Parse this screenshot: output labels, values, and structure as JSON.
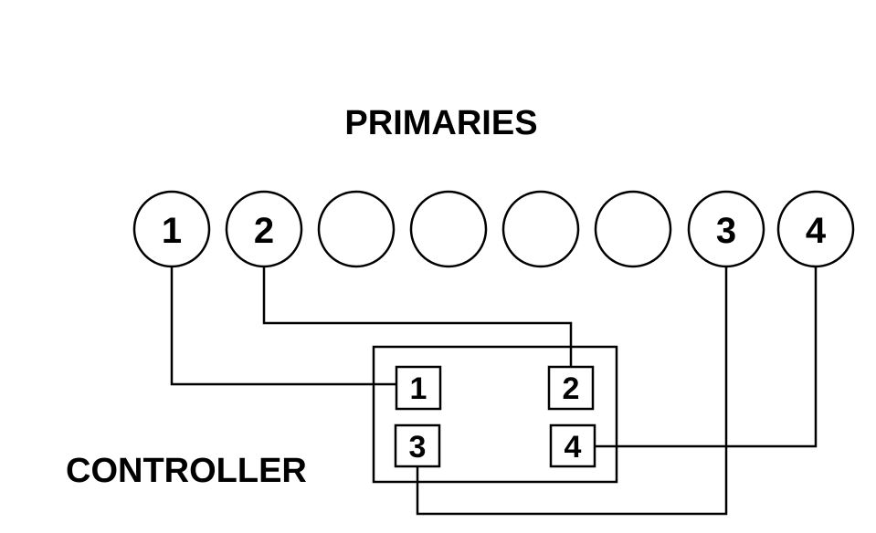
{
  "primaries": {
    "title": "PRIMARIES",
    "circles": [
      {
        "label": "1"
      },
      {
        "label": "2"
      },
      {
        "label": ""
      },
      {
        "label": ""
      },
      {
        "label": ""
      },
      {
        "label": ""
      },
      {
        "label": "3"
      },
      {
        "label": "4"
      }
    ]
  },
  "controller": {
    "title": "CONTROLLER",
    "terminals": [
      {
        "label": "1"
      },
      {
        "label": "2"
      },
      {
        "label": "3"
      },
      {
        "label": "4"
      }
    ]
  },
  "colors": {
    "line": "#000000",
    "background": "#ffffff"
  }
}
